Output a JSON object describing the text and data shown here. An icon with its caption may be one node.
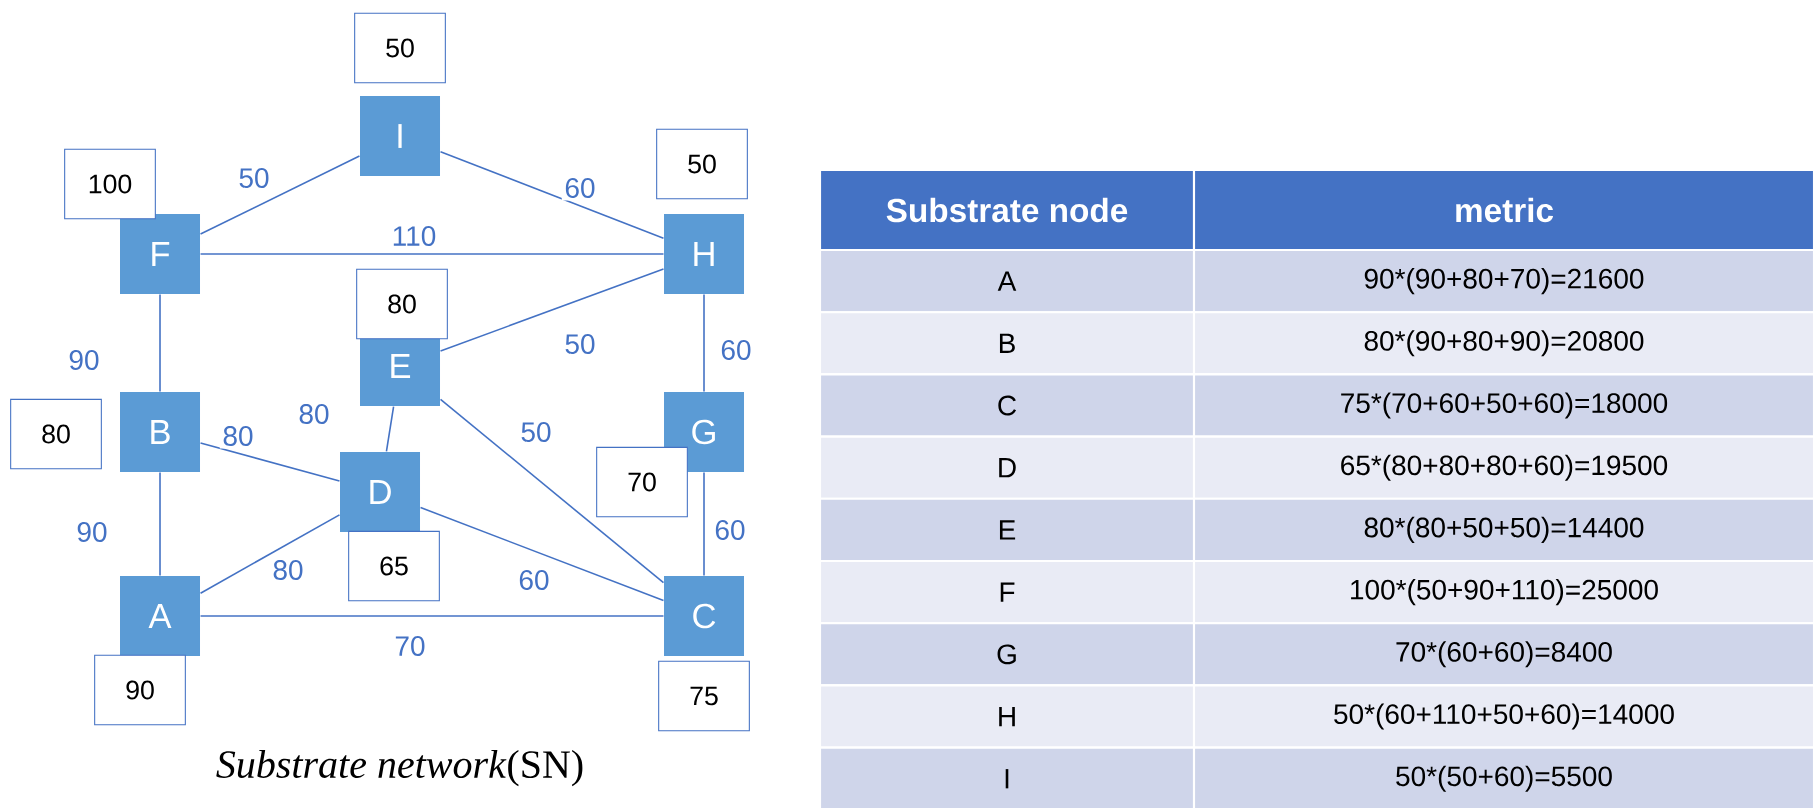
{
  "diagram": {
    "caption": "*Substrate network*(SN)",
    "nodes": [
      {
        "text": [
          "I"
        ],
        "beside": [
          "50"
        ]
      },
      {
        "text": [
          "F"
        ],
        "beside": [
          "100"
        ]
      },
      {
        "text": [
          "H"
        ],
        "beside": [
          "50"
        ]
      },
      {
        "text": [
          "E"
        ],
        "beside": [
          "80"
        ]
      },
      {
        "text": [
          "B"
        ],
        "beside": [
          "80"
        ]
      },
      {
        "text": [
          "G"
        ],
        "beside": [
          "70"
        ]
      },
      {
        "text": [
          "D"
        ],
        "beside": [
          "65"
        ]
      },
      {
        "text": [
          "A"
        ],
        "beside": [
          "90"
        ]
      },
      {
        "text": [
          "C"
        ],
        "beside": [
          "75"
        ]
      }
    ],
    "edges": [
      {
        "from": 1,
        "to": 0,
        "arrow": "none",
        "label": "50"
      },
      {
        "from": 0,
        "to": 2,
        "arrow": "none",
        "label": "60"
      },
      {
        "from": 1,
        "to": 2,
        "arrow": "none",
        "label": "110"
      },
      {
        "from": 1,
        "to": 4,
        "arrow": "none",
        "label": "90"
      },
      {
        "from": 4,
        "to": 7,
        "arrow": "none",
        "label": "90"
      },
      {
        "from": 4,
        "to": 6,
        "arrow": "none",
        "label": "80"
      },
      {
        "from": 3,
        "to": 6,
        "arrow": "none",
        "label": "80"
      },
      {
        "from": 7,
        "to": 6,
        "arrow": "none",
        "label": "80"
      },
      {
        "from": 6,
        "to": 8,
        "arrow": "none",
        "label": "60"
      },
      {
        "from": 7,
        "to": 8,
        "arrow": "none",
        "label": "70"
      },
      {
        "from": 3,
        "to": 2,
        "arrow": "none",
        "label": "50"
      },
      {
        "from": 3,
        "to": 8,
        "arrow": "none",
        "label": "50"
      },
      {
        "from": 2,
        "to": 5,
        "arrow": "none",
        "label": "60"
      },
      {
        "from": 5,
        "to": 8,
        "arrow": "none",
        "label": "60"
      }
    ],
    "labels": [
      "Substrate node",
      "metric",
      "A",
      "90*(90+80+70)=21600",
      "B",
      "80*(90+80+90)=20800",
      "C",
      "75*(70+60+50+60)=18000",
      "D",
      "65*(80+80+80+60)=19500",
      "E",
      "80*(80+50+50)=14400",
      "F",
      "100*(50+90+110)=25000",
      "G",
      "70*(60+60)=8400",
      "H",
      "50*(60+110+50+60)=14000",
      "I",
      "50*(50+60)=5500"
    ]
  }
}
